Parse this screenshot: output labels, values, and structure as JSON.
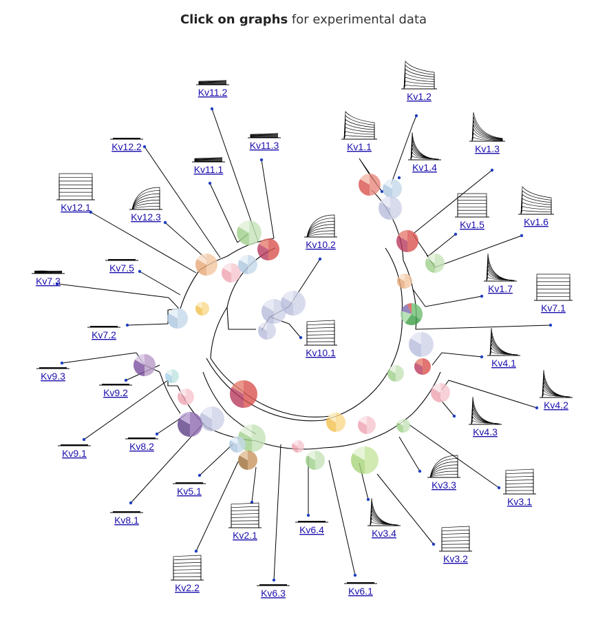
{
  "header": {
    "title_bold": "Click on graphs",
    "title_rest": " for experimental data"
  },
  "colors": {
    "link": "#1a0dab",
    "branch": "#000000",
    "tick": "#000000",
    "dot": "#1f3fbf"
  },
  "channels": [
    {
      "id": "kv1_1",
      "label": "Kv1.1",
      "kind": "inact-slow"
    },
    {
      "id": "kv1_2",
      "label": "Kv1.2",
      "kind": "inact-slow"
    },
    {
      "id": "kv1_3",
      "label": "Kv1.3",
      "kind": "inact-fast"
    },
    {
      "id": "kv1_4",
      "label": "Kv1.4",
      "kind": "spike"
    },
    {
      "id": "kv1_5",
      "label": "Kv1.5",
      "kind": "sustained"
    },
    {
      "id": "kv1_6",
      "label": "Kv1.6",
      "kind": "inact-slow"
    },
    {
      "id": "kv1_7",
      "label": "Kv1.7",
      "kind": "spike"
    },
    {
      "id": "kv7_1",
      "label": "Kv7.1",
      "kind": "sustained-tall"
    },
    {
      "id": "kv4_1",
      "label": "Kv4.1",
      "kind": "spike"
    },
    {
      "id": "kv4_2",
      "label": "Kv4.2",
      "kind": "spike"
    },
    {
      "id": "kv4_3",
      "label": "Kv4.3",
      "kind": "spike"
    },
    {
      "id": "kv3_1",
      "label": "Kv3.1",
      "kind": "steps"
    },
    {
      "id": "kv3_3",
      "label": "Kv3.3",
      "kind": "rising"
    },
    {
      "id": "kv3_2",
      "label": "Kv3.2",
      "kind": "steps"
    },
    {
      "id": "kv3_4",
      "label": "Kv3.4",
      "kind": "spike"
    },
    {
      "id": "kv6_1",
      "label": "Kv6.1",
      "kind": "flat"
    },
    {
      "id": "kv6_4",
      "label": "Kv6.4",
      "kind": "flat"
    },
    {
      "id": "kv6_3",
      "label": "Kv6.3",
      "kind": "flat"
    },
    {
      "id": "kv2_1",
      "label": "Kv2.1",
      "kind": "steps"
    },
    {
      "id": "kv2_2",
      "label": "Kv2.2",
      "kind": "steps"
    },
    {
      "id": "kv5_1",
      "label": "Kv5.1",
      "kind": "flat"
    },
    {
      "id": "kv8_1",
      "label": "Kv8.1",
      "kind": "flat"
    },
    {
      "id": "kv8_2",
      "label": "Kv8.2",
      "kind": "flat"
    },
    {
      "id": "kv9_1",
      "label": "Kv9.1",
      "kind": "flat"
    },
    {
      "id": "kv9_2",
      "label": "Kv9.2",
      "kind": "flat"
    },
    {
      "id": "kv9_3",
      "label": "Kv9.3",
      "kind": "flat"
    },
    {
      "id": "kv7_2",
      "label": "Kv7.2",
      "kind": "flat"
    },
    {
      "id": "kv7_3",
      "label": "Kv7.3",
      "kind": "flat-noisy"
    },
    {
      "id": "kv7_5",
      "label": "Kv7.5",
      "kind": "flat"
    },
    {
      "id": "kv12_1",
      "label": "Kv12.1",
      "kind": "sustained-tall"
    },
    {
      "id": "kv12_3",
      "label": "Kv12.3",
      "kind": "rising"
    },
    {
      "id": "kv12_2",
      "label": "Kv12.2",
      "kind": "flat"
    },
    {
      "id": "kv11_1",
      "label": "Kv11.1",
      "kind": "flat-up"
    },
    {
      "id": "kv11_2",
      "label": "Kv11.2",
      "kind": "flat-up"
    },
    {
      "id": "kv11_3",
      "label": "Kv11.3",
      "kind": "flat-up"
    },
    {
      "id": "kv10_2",
      "label": "Kv10.2",
      "kind": "rising"
    },
    {
      "id": "kv10_1",
      "label": "Kv10.1",
      "kind": "steps"
    }
  ],
  "pie_palettes": [
    [
      "#e8897e",
      "#d9534f",
      "#f2b7a8"
    ],
    [
      "#c6d9ea",
      "#aec8e0",
      "#e3eef7"
    ],
    [
      "#cfd3e8",
      "#b9bcdc",
      "#e2e4f2"
    ],
    [
      "#d9534f",
      "#b83b5e",
      "#e57c6f"
    ],
    [
      "#f3c7a2",
      "#e8a878",
      "#f9dec8"
    ],
    [
      "#c5e3b8",
      "#9fd08a",
      "#e1f1d8"
    ],
    [
      "#f9d98a",
      "#f2c14e",
      "#fbe8b4"
    ],
    [
      "#6fbf73",
      "#3f9f48",
      "#a7d9a8",
      "#7b68b0",
      "#d9534f"
    ],
    [
      "#b99bc9",
      "#7b4f9e",
      "#d7c2e2"
    ],
    [
      "#8f6bb0",
      "#5d3f86",
      "#b49bd0"
    ],
    [
      "#c99560",
      "#a0703a",
      "#e0bd93"
    ],
    [
      "#c6e6a0",
      "#a8d47a",
      "#e3f2cf"
    ],
    [
      "#f7c6cf",
      "#eea3b1",
      "#fbe0e5"
    ],
    [
      "#bfe3e0",
      "#a7d3e8",
      "#e1f1f0"
    ]
  ]
}
